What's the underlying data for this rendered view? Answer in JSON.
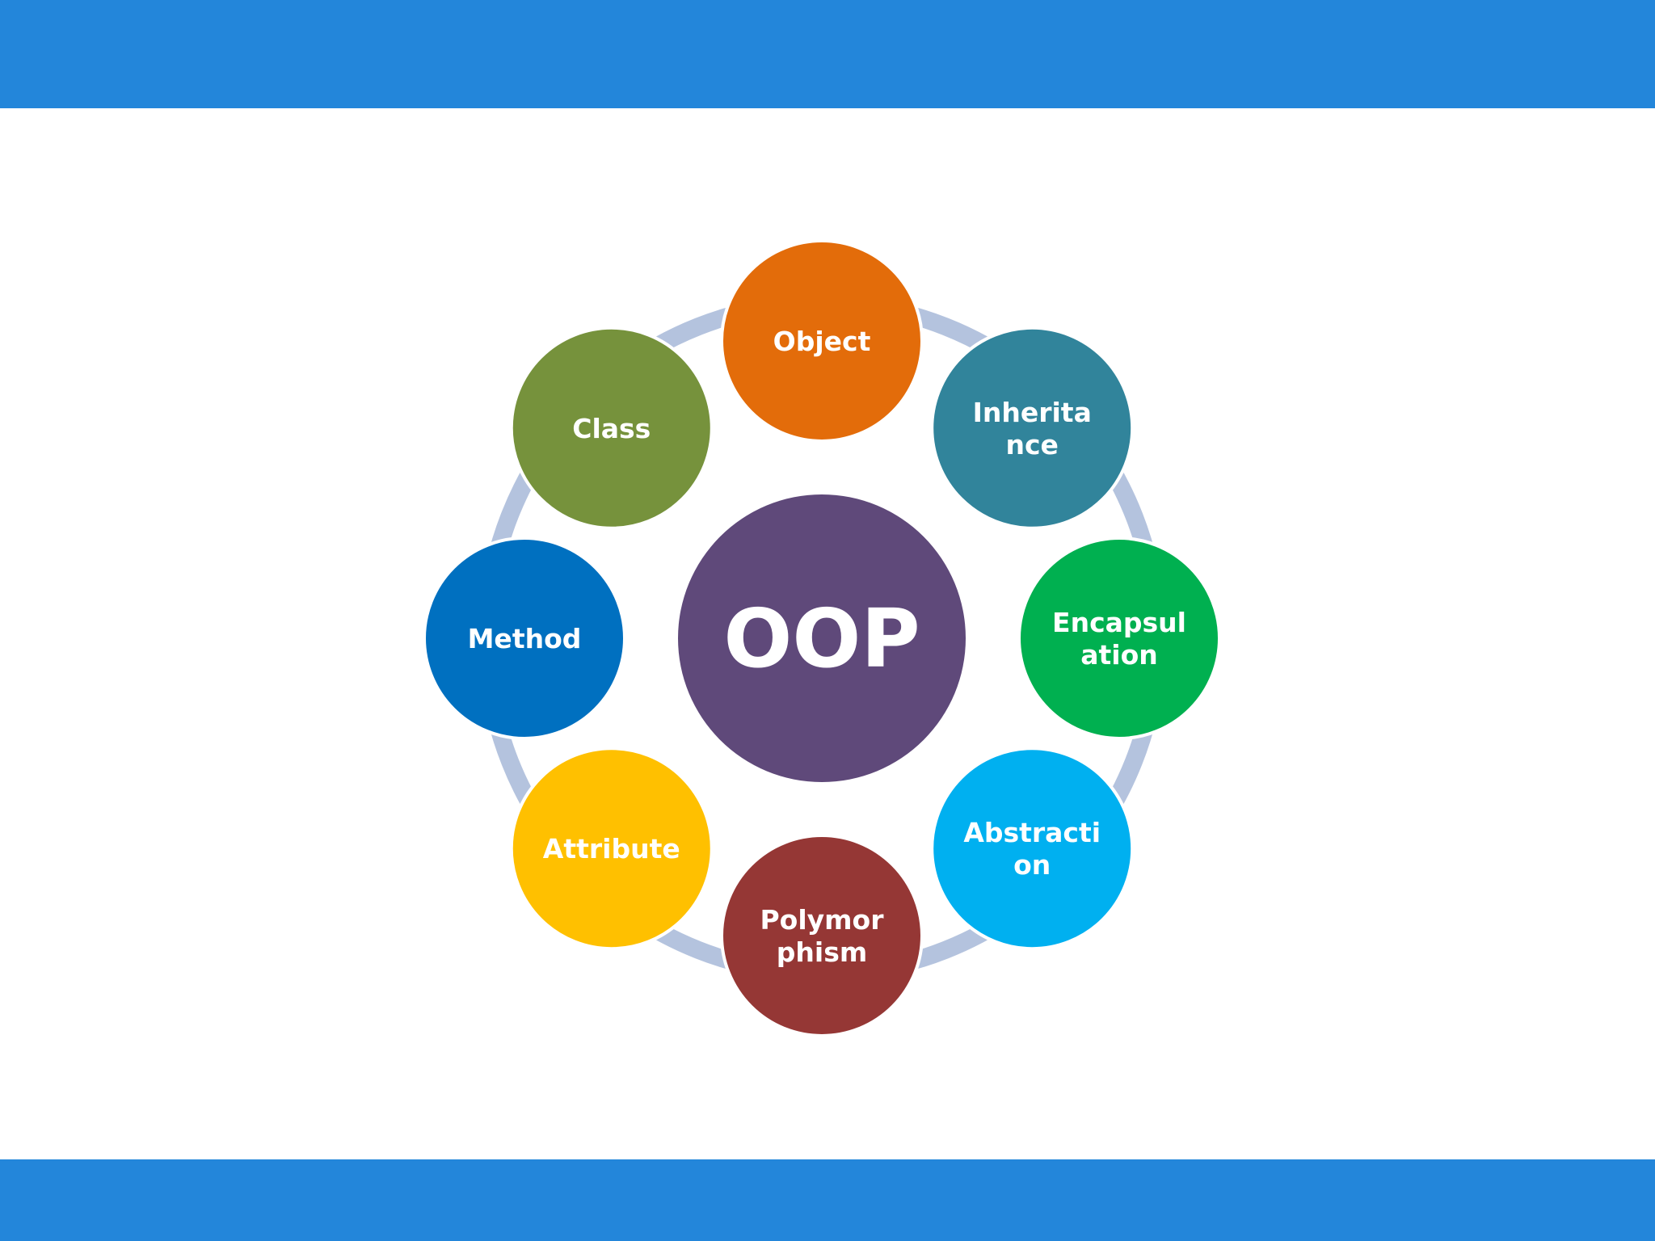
{
  "theme": {
    "band_color": "#2386DA",
    "ring_color": "#B4C3DE",
    "center_color": "#5F497A"
  },
  "center": {
    "label": "OOP"
  },
  "nodes": [
    {
      "id": "object",
      "lines": [
        "Object"
      ],
      "color": "#E36C0A"
    },
    {
      "id": "inheritance",
      "lines": [
        "Inherita",
        "nce"
      ],
      "color": "#31849B"
    },
    {
      "id": "encapsulation",
      "lines": [
        "Encapsul",
        "ation"
      ],
      "color": "#00B050"
    },
    {
      "id": "abstraction",
      "lines": [
        "Abstracti",
        "on"
      ],
      "color": "#00B0F0"
    },
    {
      "id": "polymorphism",
      "lines": [
        "Polymor",
        "phism"
      ],
      "color": "#953735"
    },
    {
      "id": "attribute",
      "lines": [
        "Attribute"
      ],
      "color": "#FFC000"
    },
    {
      "id": "method",
      "lines": [
        "Method"
      ],
      "color": "#0070C0"
    },
    {
      "id": "class",
      "lines": [
        "Class"
      ],
      "color": "#76923C"
    }
  ]
}
